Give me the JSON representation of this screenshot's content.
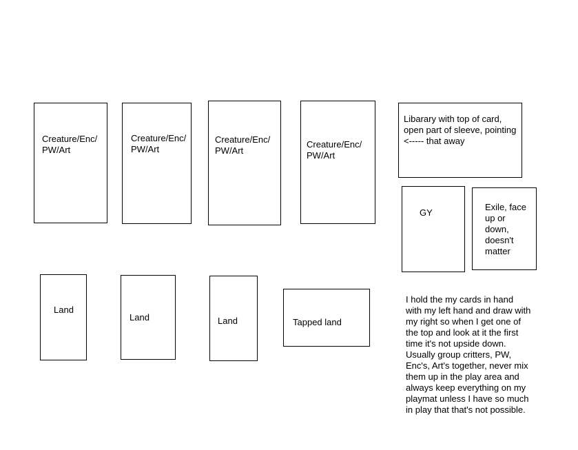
{
  "canvas": {
    "background_color": "#ffffff",
    "line_color": "#000000",
    "text_color": "#000000"
  },
  "play_area": {
    "creature_cards": [
      {
        "label": "Creature/Enc/\nPW/Art"
      },
      {
        "label": "Creature/Enc/\nPW/Art"
      },
      {
        "label": "Creature/Enc/\nPW/Art"
      },
      {
        "label": "Creature/Enc/\nPW/Art"
      }
    ],
    "land_cards": [
      {
        "label": "Land"
      },
      {
        "label": "Land"
      },
      {
        "label": "Land"
      }
    ],
    "tapped_land_card": {
      "label": "Tapped land"
    }
  },
  "zones": {
    "library": {
      "label": "Libarary with top of card,\nopen part of sleeve, pointing\n<----- that away"
    },
    "graveyard": {
      "label": "GY"
    },
    "exile": {
      "label": "Exile, face\nup or\ndown,\ndoesn't\nmatter"
    }
  },
  "notes": {
    "hand_note": "I hold the my cards in hand\nwith my left hand and draw with\nmy right so when I get one of\nthe top and look at it the first\ntime it's not upside down.\nUsually group critters, PW,\nEnc's, Art's together, never mix\nthem up in the play area and\nalways keep everything on my\nplaymat unless I have so much\nin play that that's not possible."
  }
}
